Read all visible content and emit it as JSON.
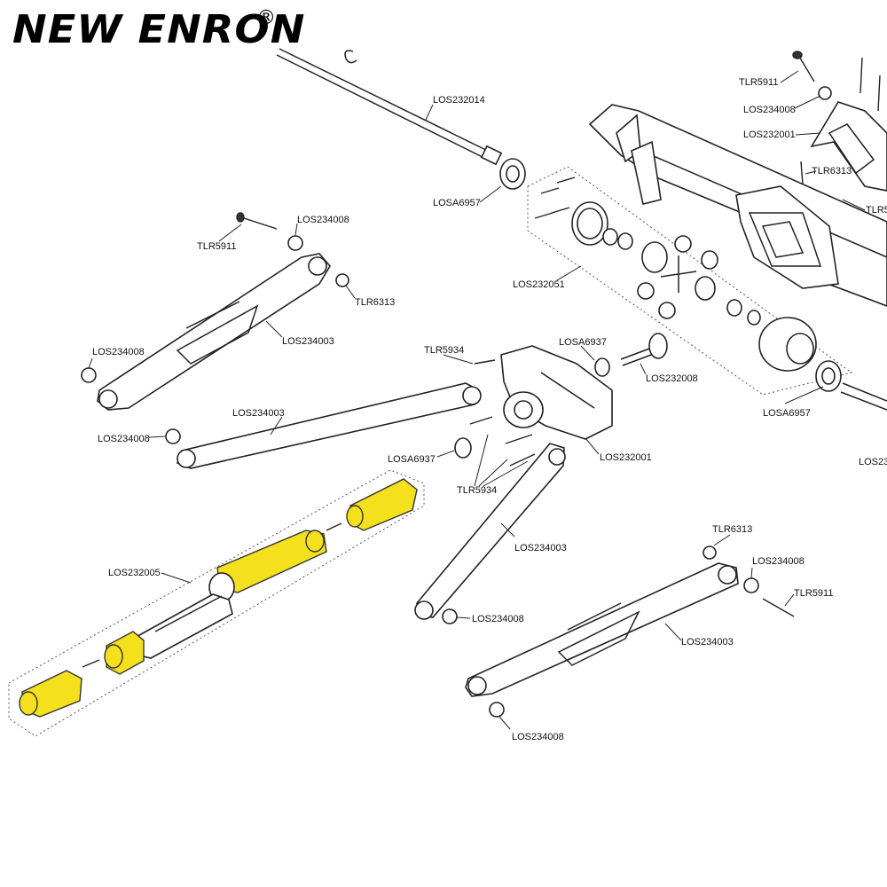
{
  "brand": {
    "name": "NEW ENRON",
    "registered": "®"
  },
  "colors": {
    "highlight": "#f4e01d",
    "line": "#222222"
  },
  "labels": {
    "l1": "LOS232014",
    "l2": "TLR5911",
    "l3": "LOS234008",
    "l4": "LOS232001",
    "l5": "TLR6313",
    "l6": "TLR5",
    "l7": "LOSA6957",
    "l8": "LOS234008",
    "l9": "TLR5911",
    "l10": "TLR6313",
    "l11": "LOS232051",
    "l12": "LOS234003",
    "l13": "LOS234008",
    "l14": "TLR5934",
    "l15": "LOSA6937",
    "l16": "LOS232008",
    "l17": "LOS234003",
    "l18": "LOS234008",
    "l19": "LOSA6957",
    "l20": "LOS232001",
    "l21": "LOS23",
    "l22": "LOSA6937",
    "l23": "TLR5934",
    "l24": "LOS234003",
    "l25": "LOS232005",
    "l26": "TLR6313",
    "l27": "LOS234008",
    "l28": "TLR5911",
    "l29": "LOS234008",
    "l30": "LOS234003",
    "l31": "LOS234008"
  }
}
